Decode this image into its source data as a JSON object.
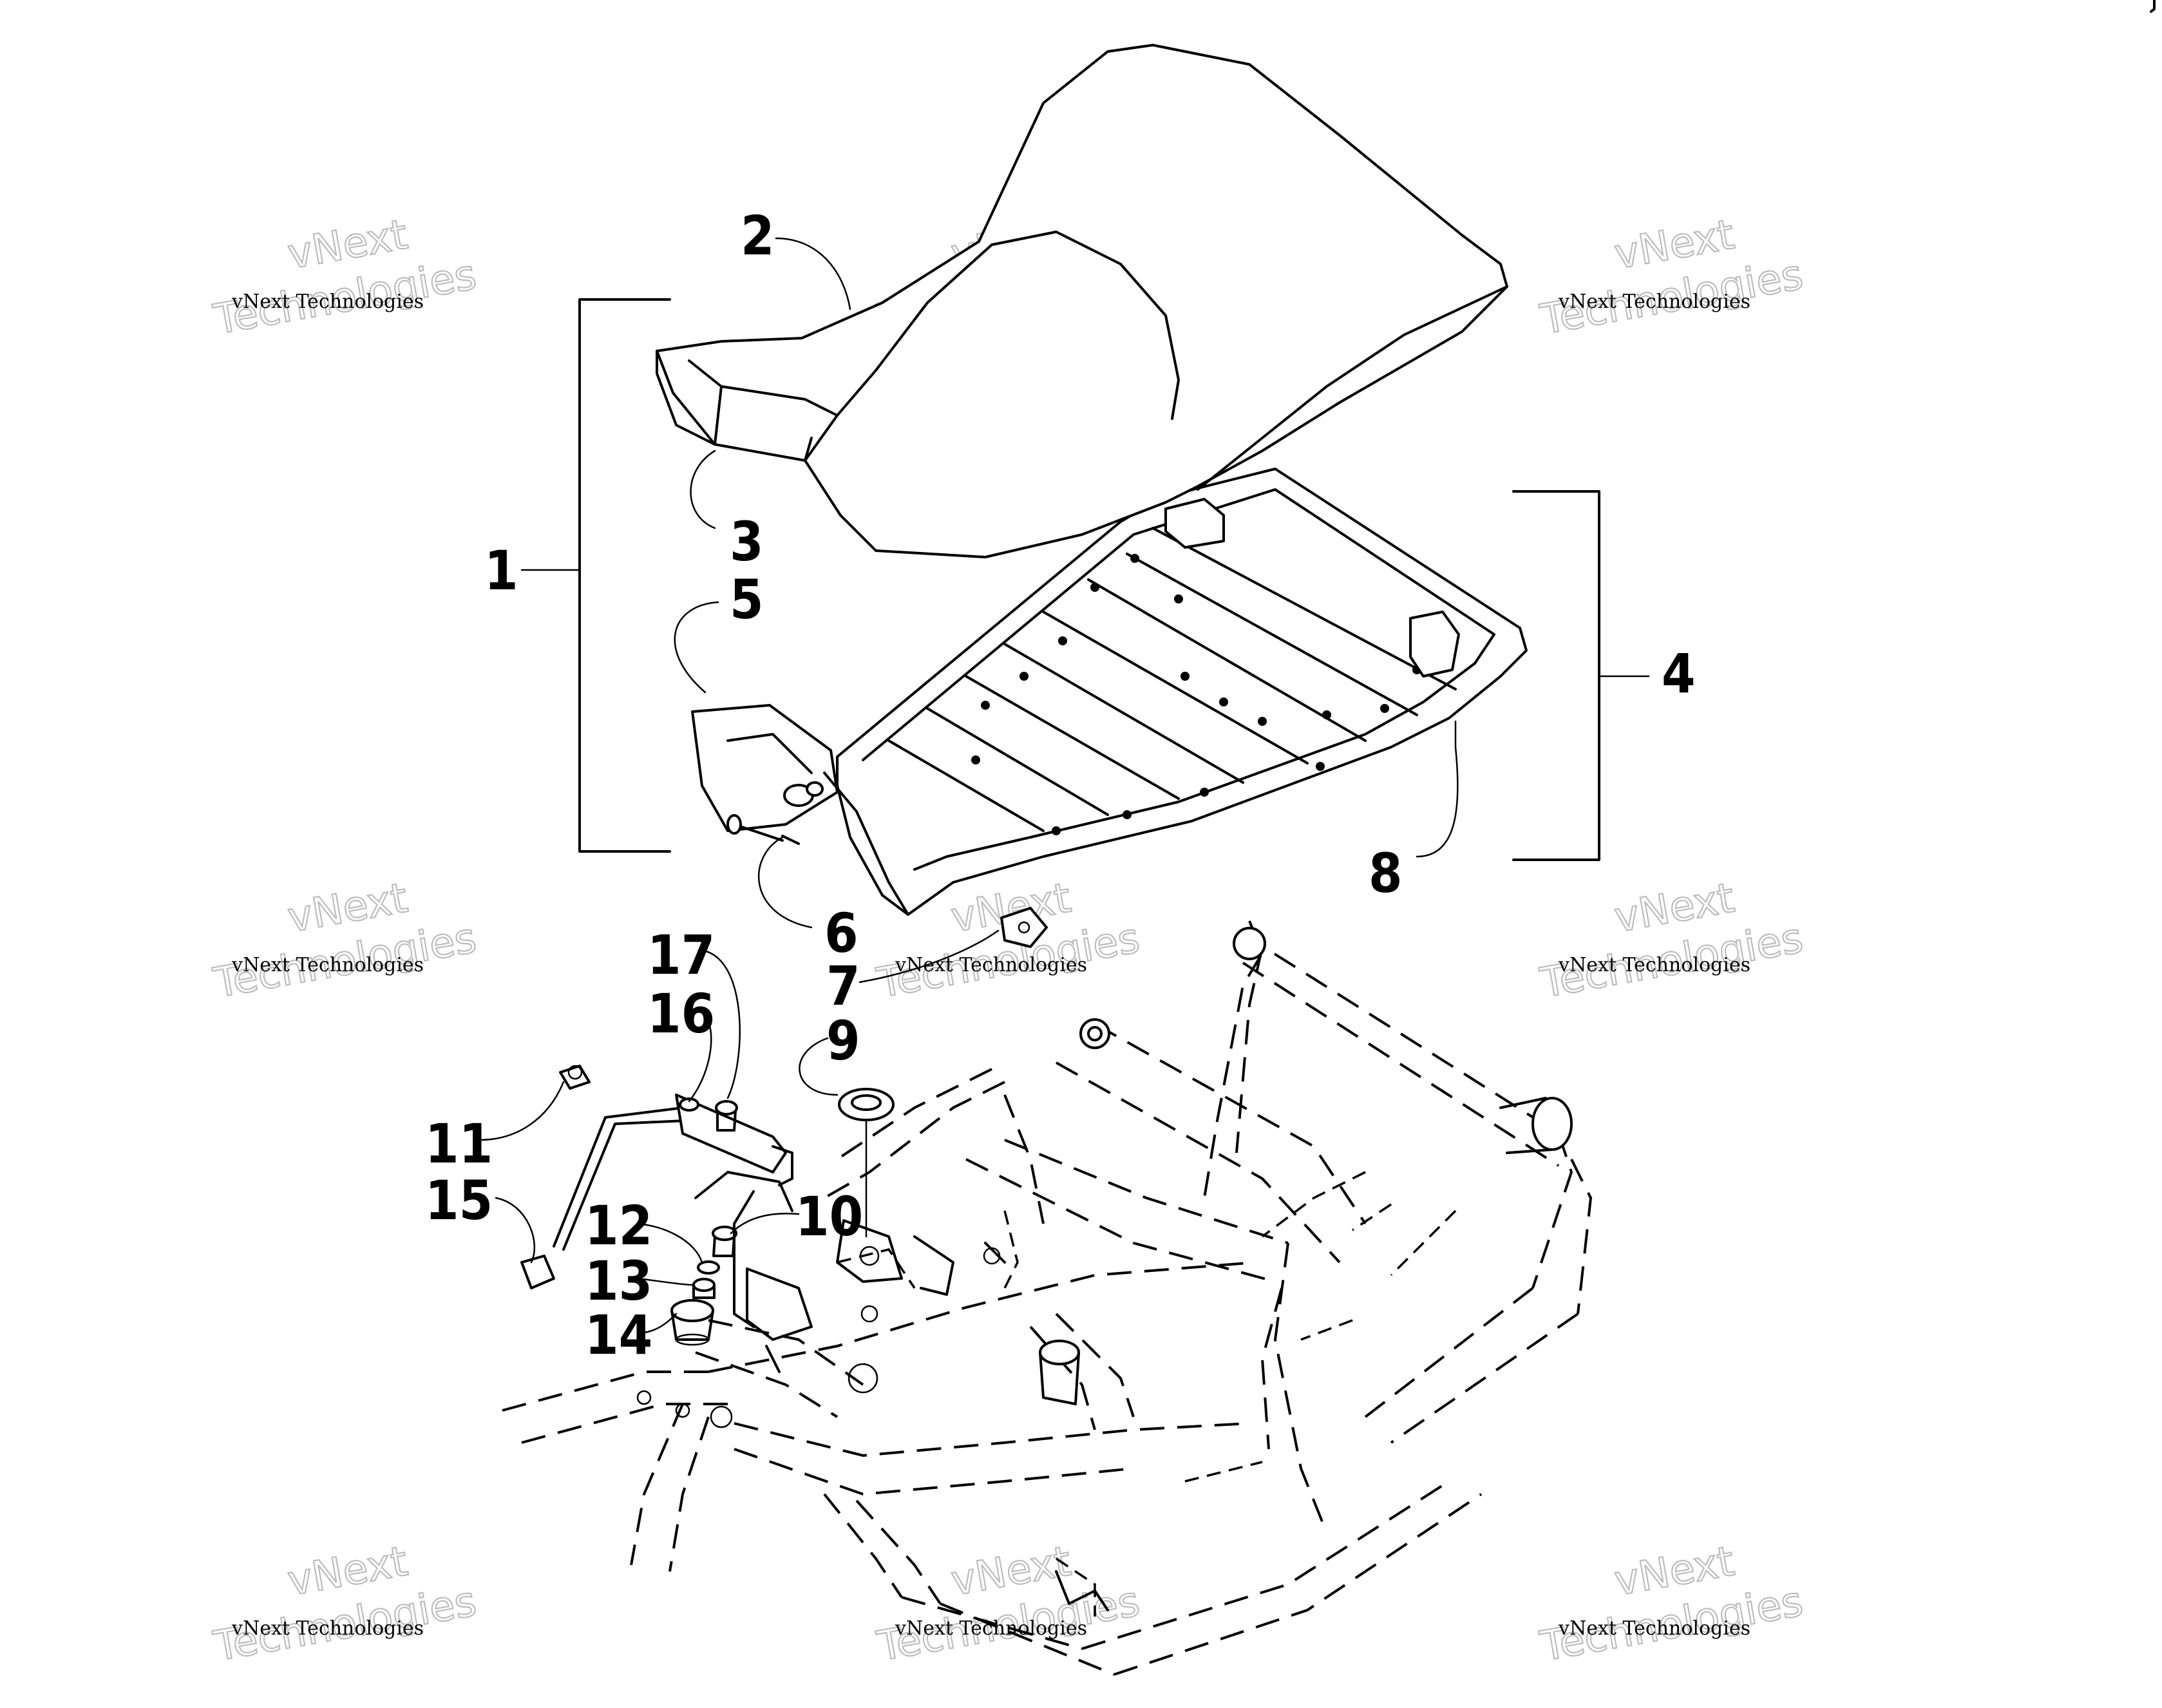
{
  "diagram": {
    "callouts": [
      "1",
      "2",
      "3",
      "4",
      "5",
      "6",
      "7",
      "8",
      "9",
      "10",
      "11",
      "12",
      "13",
      "14",
      "15",
      "16",
      "17"
    ],
    "watermark": {
      "line1": "vNext",
      "line2": "Technologies",
      "small": "vNext Technologies"
    }
  }
}
